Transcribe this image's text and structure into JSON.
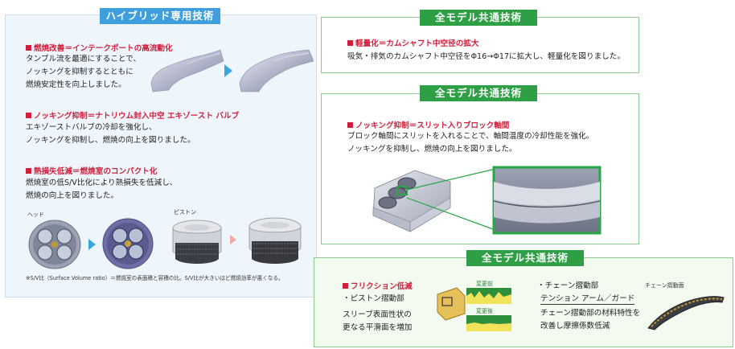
{
  "left": {
    "badge": "ハイブリッド専用技術",
    "sec1": {
      "title": "燃焼改善＝インテークポートの高流動化",
      "lines": [
        "タンブル流を最適にすることで、",
        "ノッキングを抑制するとともに",
        "燃焼安定性を向上しました。"
      ]
    },
    "sec2": {
      "title": "ノッキング抑制＝ナトリウム封入中空 エキゾースト バルブ",
      "lines": [
        "エキゾーストバルブの冷却を強化し、",
        "ノッキングを抑制し、燃焼の向上を図りました。"
      ]
    },
    "sec3": {
      "title": "熱損失低減＝燃焼室のコンパクト化",
      "lines": [
        "燃焼室の低S/V比化により熱損失を低減し、",
        "燃焼の向上を図りました。"
      ]
    },
    "label_head": "ヘッド",
    "label_piston": "ピストン",
    "footnote": "※S/V比（Surface Volume ratio）＝燃焼室の表面積と容積の比。S/V比が大きいほど燃焼効率が悪くなる。"
  },
  "right1": {
    "badge": "全モデル共通技術",
    "title": "軽量化＝カムシャフト中空径の拡大",
    "body": "吸気・排気のカムシャフト中空径をΦ16→Φ17に拡大し、軽量化を図りました。"
  },
  "right2": {
    "badge": "全モデル共通技術",
    "title": "ノッキング抑制＝スリット入りブロック軸間",
    "lines": [
      "ブロック軸間にスリットを入れることで、軸間温度の冷却性能を強化。",
      "ノッキングを抑制し、燃焼の向上を図りました。"
    ]
  },
  "right3": {
    "badge": "全モデル共通技術",
    "title": "フリクション低減",
    "item1": "・ピストン摺動部",
    "item1_lines": [
      "スリーブ表面性状の",
      "更なる平滑面を増加"
    ],
    "before": "変更前",
    "after": "変更後",
    "item2": "・チェーン摺動部",
    "item2_sub": "テンション アーム／ガード",
    "item2_lines": [
      "チェーン摺動部の材料特性を",
      "改善し摩擦係数低減"
    ],
    "chain_label": "チェーン摺動面"
  },
  "colors": {
    "accent_red": "#d01f3c",
    "hybrid_blue": "#3f9fdc",
    "common_green": "#2f9f45"
  }
}
